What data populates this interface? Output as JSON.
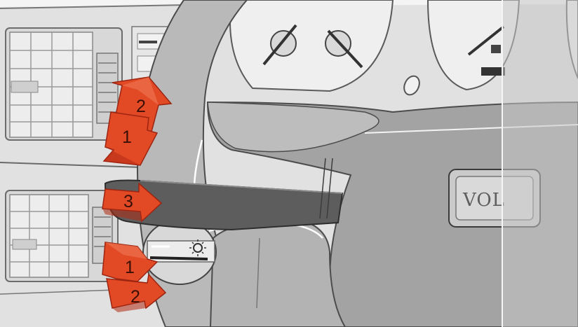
{
  "colors": {
    "paper": "#ffffff",
    "panel": "#e1e1e1",
    "steering": "#b9b9b9",
    "hub": "#a3a3a3",
    "stalk": "#5d5d5d",
    "gauge": "#efefef",
    "arrow": "#e24a26",
    "arrow_dark": "#b32a14",
    "fold": "#c6c6c6"
  },
  "arrows": {
    "upper_pair": {
      "up_label": "2",
      "down_label": "1"
    },
    "middle": {
      "label": "3"
    },
    "lower_pair": {
      "up_label": "1",
      "down_label": "2"
    }
  },
  "steering_badge": {
    "text": "VOL"
  },
  "icons": [
    "vent-grille",
    "gauge-needle",
    "light-switch-icon",
    "stalk-lever"
  ]
}
